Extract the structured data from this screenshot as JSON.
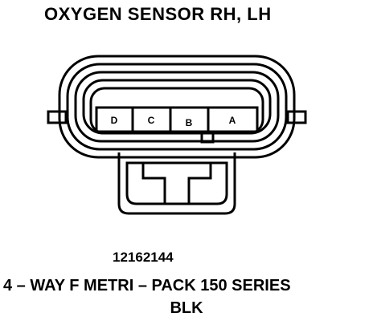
{
  "title": "OXYGEN SENSOR RH, LH",
  "connector": {
    "pins": [
      "D",
      "C",
      "B",
      "A"
    ]
  },
  "part_number": "12162144",
  "description": "4 – WAY F METRI – PACK 150 SERIES",
  "color": "BLK"
}
